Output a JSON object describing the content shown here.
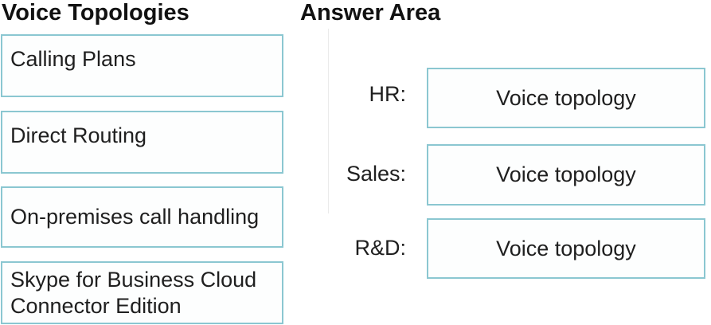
{
  "colors": {
    "box_border": "#8bc7d1",
    "text": "#1f1f1f",
    "heading": "#111111",
    "background": "#ffffff"
  },
  "source_panel": {
    "title": "Voice Topologies",
    "items": [
      {
        "label": "Calling Plans"
      },
      {
        "label": "Direct Routing"
      },
      {
        "label": "On-premises call handling"
      },
      {
        "label": "Skype for Business Cloud Connector Edition"
      }
    ]
  },
  "answer_panel": {
    "title": "Answer Area",
    "rows": [
      {
        "label": "HR:",
        "value": "Voice topology"
      },
      {
        "label": "Sales:",
        "value": "Voice topology"
      },
      {
        "label": "R&D:",
        "value": "Voice topology"
      }
    ]
  }
}
